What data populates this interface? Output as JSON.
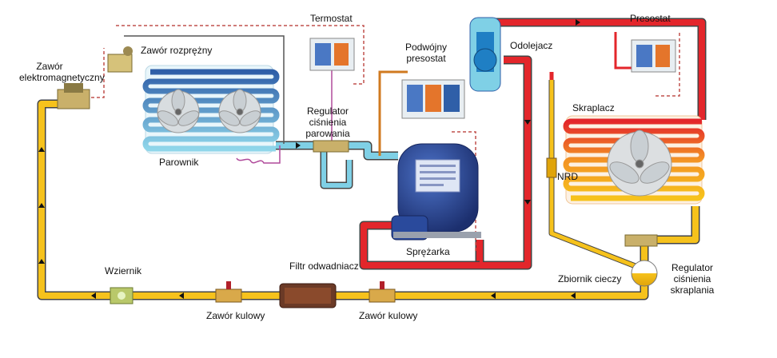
{
  "labels": {
    "termostat": "Termostat",
    "zawor_rozprezny": "Zawór rozprężny",
    "zawor_elektromagnetyczny_1": "Zawór",
    "zawor_elektromagnetyczny_2": "elektromagnetyczny",
    "podwojny_presostat_1": "Podwójny",
    "podwojny_presostat_2": "presostat",
    "odolejacz": "Odolejacz",
    "presostat": "Presostat",
    "regulator_parowania_1": "Regulator",
    "regulator_parowania_2": "ciśnienia",
    "regulator_parowania_3": "parowania",
    "parownik": "Parownik",
    "skraplacz": "Skraplacz",
    "nrd": "NRD",
    "sprezarka": "Sprężarka",
    "wziernik": "Wziernik",
    "filtr_odwadniacz": "Filtr odwadniacz",
    "zbiornik_cieczy": "Zbiornik cieczy",
    "regulator_skraplania_1": "Regulator",
    "regulator_skraplania_2": "ciśnienia",
    "regulator_skraplania_3": "skraplania",
    "zawor_kulowy_1": "Zawór kulowy",
    "zawor_kulowy_2": "Zawór kulowy"
  },
  "colors": {
    "liquid_line": "#f6c21c",
    "discharge_line": "#e3262b",
    "suction_line": "#7fd0e6",
    "evaporator_dark": "#2f5fa8",
    "condenser_orange": "#f39325",
    "control_line": "#c0504d",
    "capillary": "#b04a9b",
    "compressor": "#2a4a9c",
    "pipe_outline": "#333333"
  },
  "icons": {
    "flow_arrow": "arrow-icon",
    "fan": "fan-icon",
    "compressor": "compressor-icon",
    "sight_glass": "sight-glass-icon",
    "filter_drier": "filter-drier-icon",
    "ball_valve": "ball-valve-icon",
    "receiver": "receiver-icon"
  }
}
